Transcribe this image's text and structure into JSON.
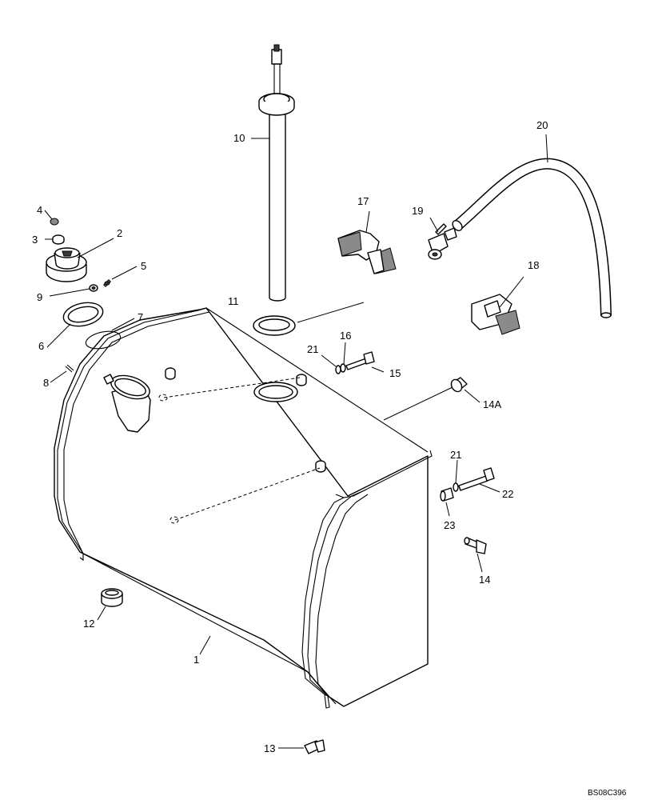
{
  "callouts": {
    "c1": "1",
    "c2": "2",
    "c3": "3",
    "c4": "4",
    "c5": "5",
    "c6": "6",
    "c7": "7",
    "c8": "8",
    "c9": "9",
    "c10": "10",
    "c11": "11",
    "c12": "12",
    "c13": "13",
    "c14": "14",
    "c14a": "14A",
    "c15": "15",
    "c16": "16",
    "c17": "17",
    "c18": "18",
    "c19": "19",
    "c20": "20",
    "c21a": "21",
    "c21b": "21",
    "c22": "22",
    "c23": "23"
  },
  "drawing_code": "BS08C396"
}
